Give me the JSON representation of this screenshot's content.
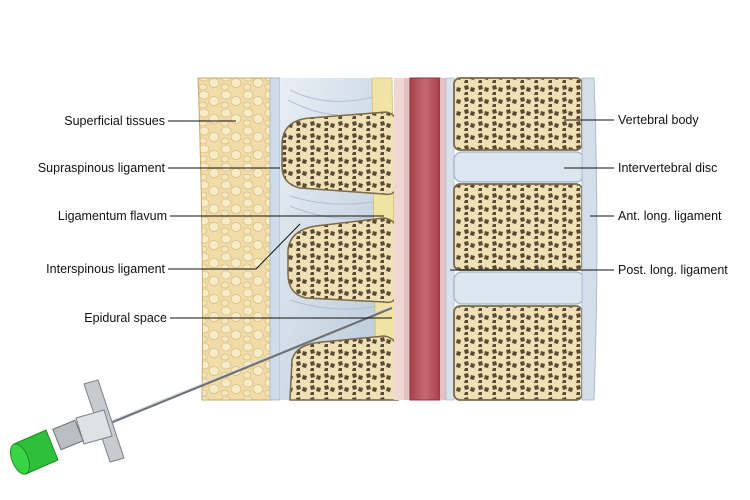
{
  "labels": {
    "left": [
      {
        "key": "superficial",
        "text": "Superficial tissues"
      },
      {
        "key": "supraspinous",
        "text": "Supraspinous ligament"
      },
      {
        "key": "flavum",
        "text": "Ligamentum flavum"
      },
      {
        "key": "interspinous",
        "text": "Interspinous ligament"
      },
      {
        "key": "epidural",
        "text": "Epidural space"
      }
    ],
    "right": [
      {
        "key": "vertebral_body",
        "text": "Vertebral body"
      },
      {
        "key": "disc",
        "text": "Intervertebral disc"
      },
      {
        "key": "ant_long",
        "text": "Ant. long. ligament"
      },
      {
        "key": "post_long",
        "text": "Post. long. ligament"
      }
    ]
  },
  "colors": {
    "fat": "#f1dca8",
    "bone": "#f3e6bf",
    "bone_outline": "#7a6a48",
    "ligament_blue": "#c9d8e6",
    "dura_pink": "#f2d6d3",
    "cord_red": "#b8505a",
    "disc_blue": "#dbe6ef",
    "needle_hub_green": "#2fbf3a"
  }
}
